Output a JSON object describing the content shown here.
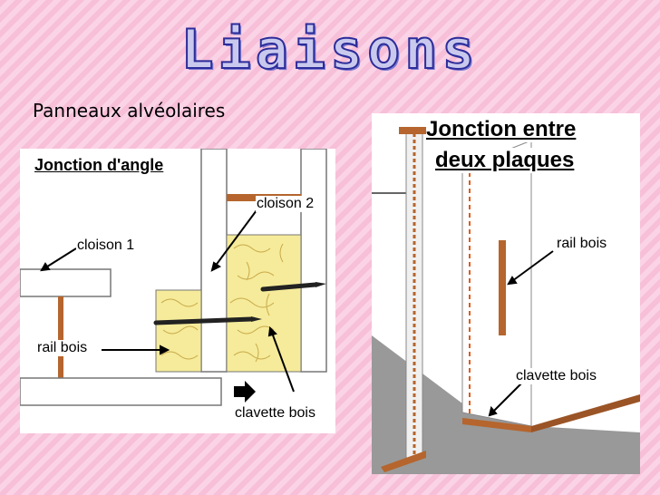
{
  "title": "Liaisons",
  "subtitle": "Panneaux alvéolaires",
  "left_diagram": {
    "heading": "Jonction d'angle",
    "labels": {
      "cloison1": "cloison 1",
      "cloison2": "cloison 2",
      "rail_bois": "rail bois",
      "clavette_bois": "clavette bois"
    }
  },
  "right_diagram": {
    "heading_line1": "Jonction entre",
    "heading_line2": "deux plaques",
    "labels": {
      "rail_bois": "rail bois",
      "clavette_bois": "clavette bois"
    }
  },
  "colors": {
    "background": "#f7bfd8",
    "title_fill": "#c9c9ee",
    "title_outline": "#2c2c9a",
    "wood": "#b5652d",
    "filler": "#f5eb9a"
  }
}
